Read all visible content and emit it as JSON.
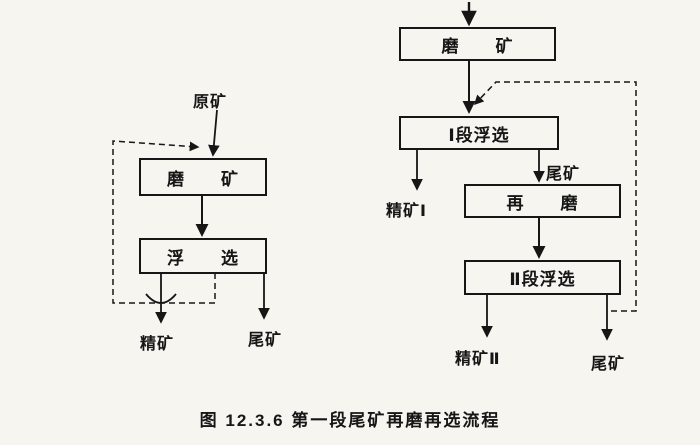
{
  "figure": {
    "caption": "图 12.3.6  第一段尾矿再磨再选流程"
  },
  "left_flow": {
    "feed_label": "原矿",
    "grind_box_label": "磨　　矿",
    "flotation_box_label": "浮　　选",
    "concentrate_label": "精矿",
    "tailings_label": "尾矿"
  },
  "right_flow": {
    "grind_box_label": "磨　　矿",
    "stage1_flotation_label": "Ⅰ段浮选",
    "concentrate1_label": "精矿Ⅰ",
    "mid_tailings_label": "尾矿",
    "regrind_box_label": "再　　磨",
    "stage2_flotation_label": "Ⅱ段浮选",
    "concentrate2_label": "精矿Ⅱ",
    "tailings_label": "尾矿"
  }
}
